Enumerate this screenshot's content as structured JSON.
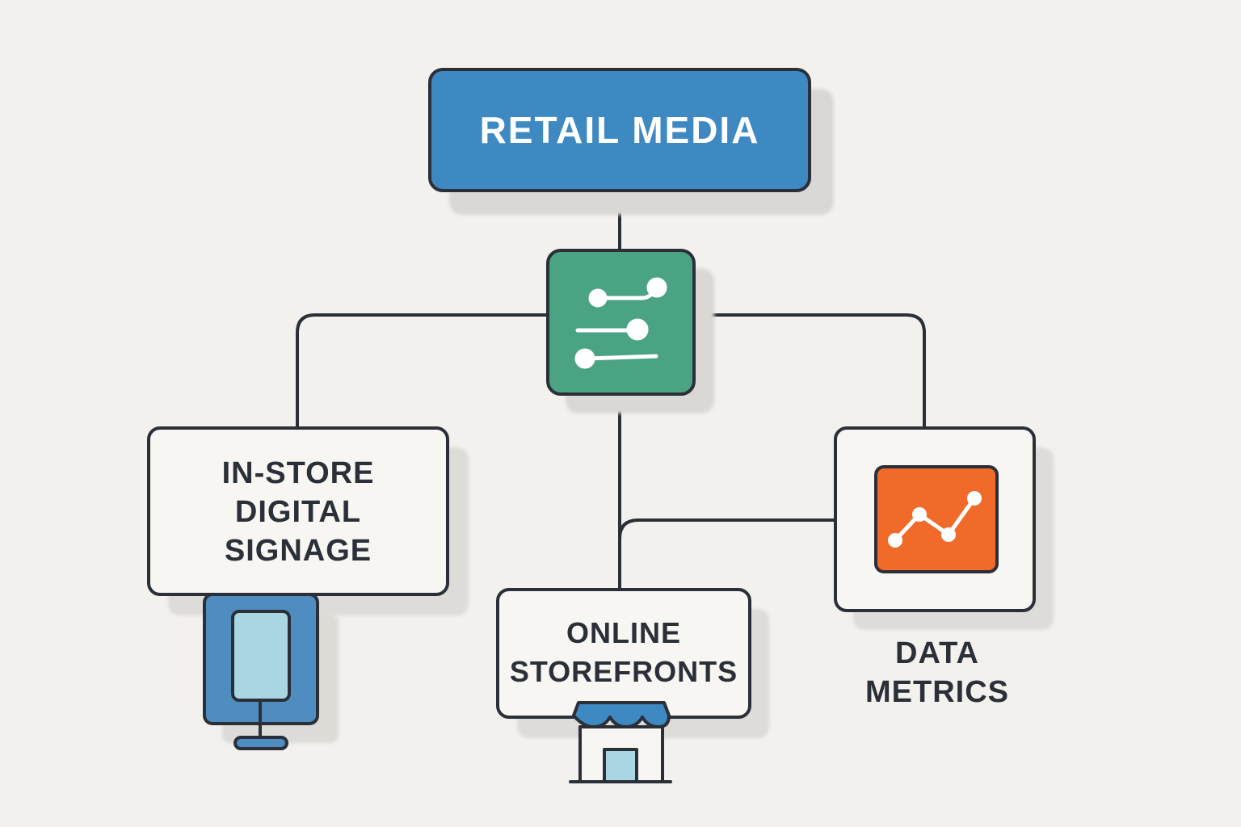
{
  "diagram": {
    "root": {
      "label": "RETAIL MEDIA"
    },
    "hub": {
      "icon": "sliders-icon",
      "color": "#4aa382"
    },
    "branches": [
      {
        "id": "in-store",
        "lines": [
          "IN-STORE",
          "DIGITAL",
          "SIGNAGE"
        ],
        "icon": "digital-kiosk-icon"
      },
      {
        "id": "online",
        "lines": [
          "ONLINE",
          "STOREFRONTS"
        ],
        "icon": "storefront-icon"
      },
      {
        "id": "data",
        "lines": [
          "DATA",
          "METRICS"
        ],
        "icon": "line-chart-icon"
      }
    ]
  },
  "colors": {
    "background": "#f2f1ee",
    "root_fill": "#3e89c2",
    "hub_fill": "#4aa382",
    "chart_fill": "#f06a2a",
    "kiosk_fill": "#4f8dc0",
    "kiosk_screen": "#a9d6e3",
    "outline": "#2b2f38",
    "box_fill": "#f7f6f3"
  }
}
